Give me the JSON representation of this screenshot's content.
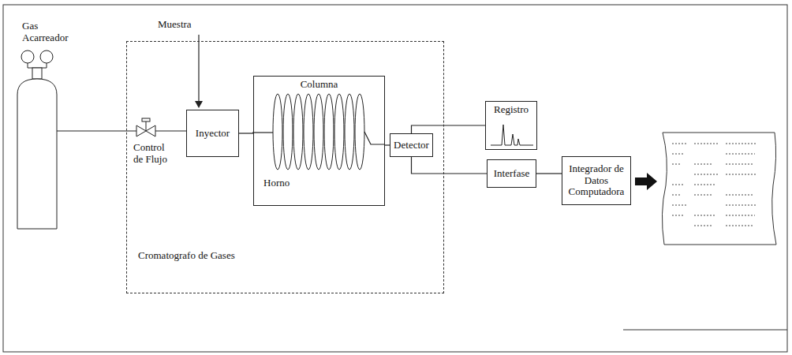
{
  "diagram": {
    "nodes": [
      {
        "text": [
          "Gas Acarreador"
        ]
      },
      {
        "text": [
          "Cromatografo de Gases"
        ]
      },
      {
        "text": [
          "Control de Flujo"
        ],
        "in": 1
      },
      {
        "text": [
          "Inyector"
        ],
        "in": 1
      },
      {
        "text": [
          "Columna",
          "Horno"
        ],
        "in": 1
      },
      {
        "text": [
          "Detector"
        ],
        "in": 1
      },
      {
        "text": [
          "Registro"
        ]
      },
      {
        "text": [
          "Interfase"
        ]
      },
      {
        "text": [
          "Integrador de Datos Computadora"
        ]
      }
    ],
    "edges": [
      {
        "from": 0,
        "to": 2,
        "arrow": "none"
      },
      {
        "from": 2,
        "to": 3,
        "arrow": "none"
      },
      {
        "from": 3,
        "to": 4,
        "arrow": "none"
      },
      {
        "from": 4,
        "to": 5,
        "arrow": "none"
      },
      {
        "from": 5,
        "to": 6,
        "arrow": "none"
      },
      {
        "from": 5,
        "to": 7,
        "arrow": "none"
      },
      {
        "from": 7,
        "to": 8,
        "arrow": "none"
      }
    ],
    "labels": [
      "Muestra"
    ]
  }
}
